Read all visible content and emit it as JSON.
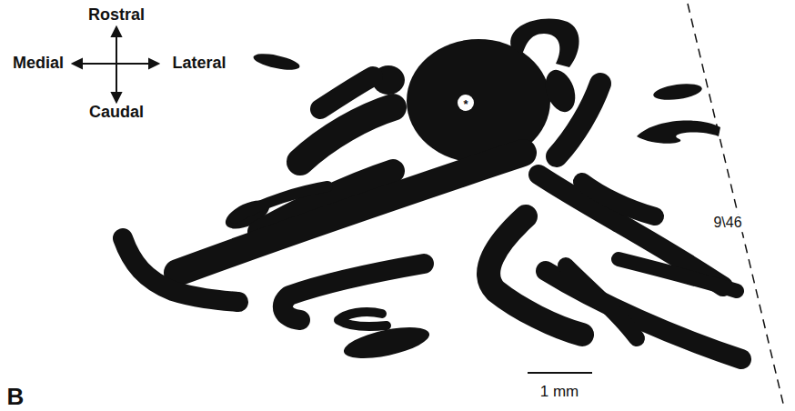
{
  "diagram": {
    "labels": [
      "Rostral",
      "Medial",
      "Lateral",
      "Caudal",
      "*",
      "9\\46",
      "1 mm",
      "B"
    ]
  }
}
